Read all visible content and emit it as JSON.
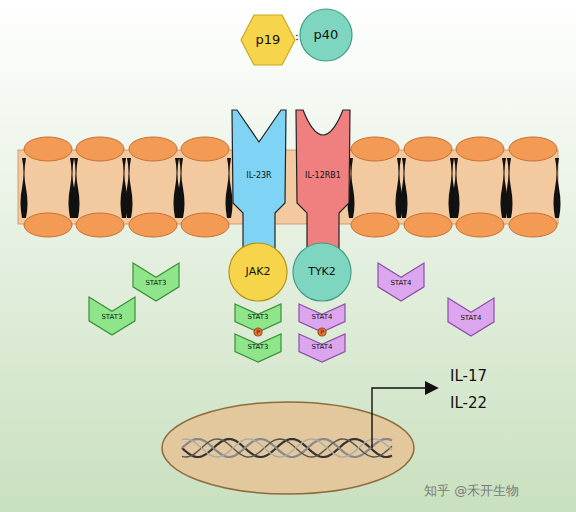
{
  "diagram": {
    "nodes": [
      {
        "text": [
          "p19"
        ]
      },
      {
        "text": [
          "p40"
        ]
      },
      {
        "text": [
          "IL-23R"
        ]
      },
      {
        "text": [
          "IL-12RB1"
        ]
      },
      {
        "text": [
          "STAT3"
        ]
      },
      {
        "text": [
          "JAK2"
        ]
      },
      {
        "text": [
          "TYK2"
        ]
      },
      {
        "text": [
          "STAT4"
        ]
      },
      {
        "text": [
          "STAT3"
        ]
      },
      {
        "text": [
          "STAT3"
        ]
      },
      {
        "text": [
          "P"
        ]
      },
      {
        "text": [
          "STAT3"
        ]
      },
      {
        "text": [
          "STAT4"
        ]
      },
      {
        "text": [
          "P"
        ]
      },
      {
        "text": [
          "STAT4"
        ]
      },
      {
        "text": [
          "STAT4"
        ]
      }
    ],
    "edges": [
      {
        "from": 0,
        "to": 1,
        "arrow": "none"
      }
    ],
    "labels": [
      "IL-17",
      "IL-22",
      "知乎 @禾开生物"
    ]
  }
}
